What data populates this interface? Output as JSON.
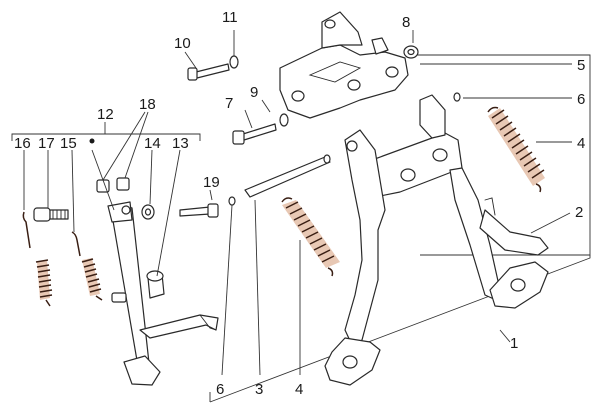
{
  "callouts": {
    "c1": "1",
    "c2": "2",
    "c3": "3",
    "c4a": "4",
    "c4b": "4",
    "c5": "5",
    "c6a": "6",
    "c6b": "6",
    "c7": "7",
    "c8": "8",
    "c9": "9",
    "c10": "10",
    "c11": "11",
    "c12": "12",
    "c13": "13",
    "c14": "14",
    "c15": "15",
    "c16": "16",
    "c17": "17",
    "c18": "18",
    "c19": "19"
  },
  "colors": {
    "line": "#2a2a2a",
    "spring": "#3a1f14",
    "spring_fill": "#e8c8b4",
    "background": "#ffffff"
  }
}
